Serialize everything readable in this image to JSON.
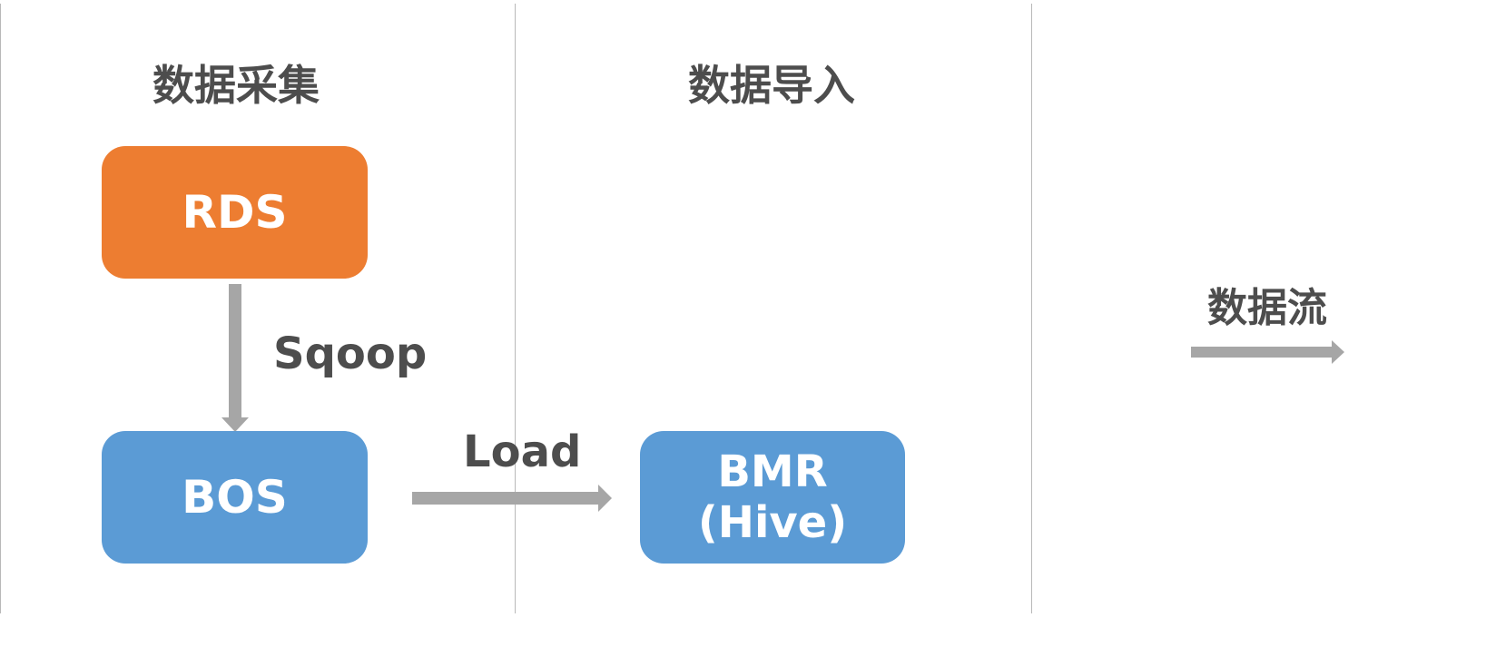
{
  "sections": {
    "collection_title": "数据采集",
    "import_title": "数据导入"
  },
  "nodes": {
    "rds": {
      "label": "RDS",
      "color": "#ed7d31"
    },
    "bos": {
      "label": "BOS",
      "color": "#5b9bd5"
    },
    "bmr": {
      "line1": "BMR",
      "line2": "(Hive)",
      "color": "#5b9bd5"
    }
  },
  "edges": {
    "rds_to_bos": {
      "label": "Sqoop"
    },
    "bos_to_bmr": {
      "label": "Load"
    }
  },
  "legend": {
    "label": "数据流"
  },
  "colors": {
    "arrow": "#a6a6a6",
    "text": "#4d4d4d",
    "divider": "#b8b8b8"
  }
}
